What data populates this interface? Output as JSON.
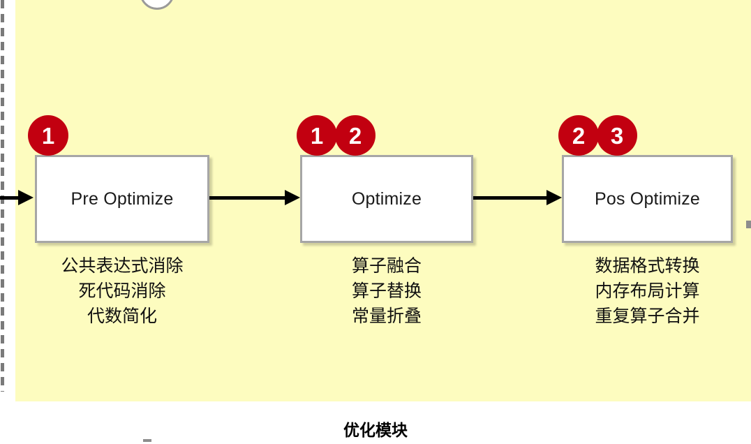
{
  "panel": {
    "background_color": "#fdfcbf",
    "caption": "优化模块"
  },
  "accent": {
    "badge_color": "#c20010",
    "badge_text_color": "#ffffff",
    "box_border_color": "#a6a6a6",
    "arrow_color": "#000000",
    "dashed_border_color": "#7a7a7a"
  },
  "stages": [
    {
      "id": "pre-optimize",
      "title": "Pre Optimize",
      "badges": [
        "1"
      ],
      "items": [
        "公共表达式消除",
        "死代码消除",
        "代数简化"
      ]
    },
    {
      "id": "optimize",
      "title": "Optimize",
      "badges": [
        "1",
        "2"
      ],
      "items": [
        "算子融合",
        "算子替换",
        "常量折叠"
      ]
    },
    {
      "id": "pos-optimize",
      "title": "Pos Optimize",
      "badges": [
        "2",
        "3"
      ],
      "items": [
        "数据格式转换",
        "内存布局计算",
        "重复算子合并"
      ]
    }
  ]
}
